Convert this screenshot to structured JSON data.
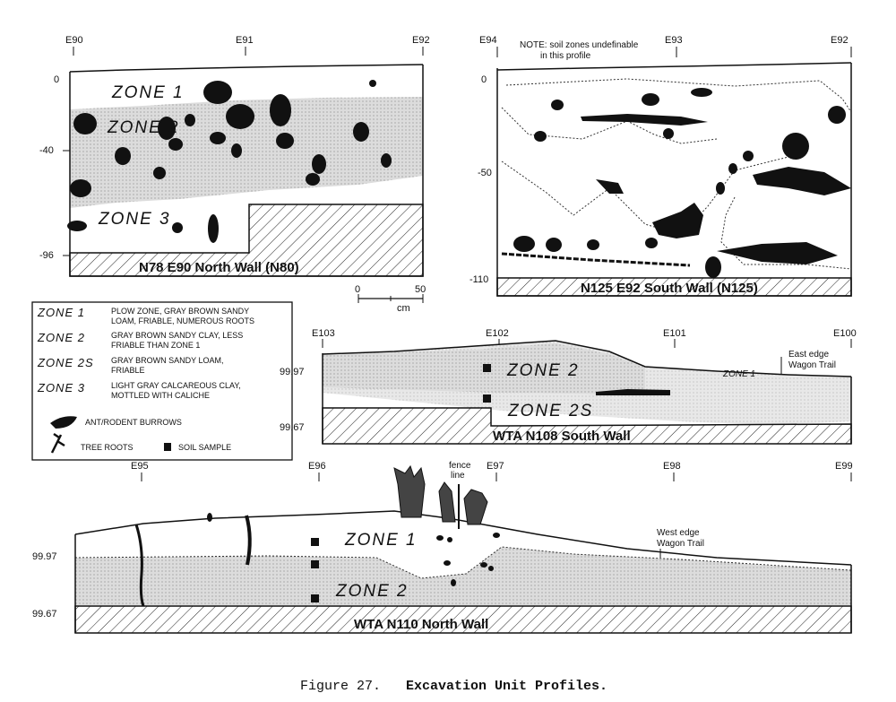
{
  "profile_n78": {
    "east_ticks": [
      "E90",
      "E91",
      "E92"
    ],
    "depth_ticks": [
      "0",
      "-40",
      "-96"
    ],
    "zones": [
      "ZONE 1",
      "ZONE 2",
      "ZONE 3"
    ],
    "title": "N78 E90 North Wall (N80)"
  },
  "profile_n125": {
    "east_ticks": [
      "E94",
      "E93",
      "E92"
    ],
    "depth_ticks": [
      "0",
      "-50",
      "-110"
    ],
    "note": [
      "NOTE: soil zones undefinable",
      "in this profile"
    ],
    "title": "N125 E92 South Wall (N125)"
  },
  "scale_bar": {
    "start": "0",
    "end": "50",
    "unit": "cm"
  },
  "legend": {
    "zones": [
      {
        "name": "ZONE 1",
        "desc": [
          "PLOW ZONE, GRAY BROWN SANDY",
          "LOAM, FRIABLE, NUMEROUS ROOTS"
        ]
      },
      {
        "name": "ZONE 2",
        "desc": [
          "GRAY BROWN SANDY CLAY, LESS",
          "FRIABLE THAN ZONE 1"
        ]
      },
      {
        "name": "ZONE 2S",
        "desc": [
          "GRAY BROWN SANDY LOAM,",
          "FRIABLE"
        ]
      },
      {
        "name": "ZONE 3",
        "desc": [
          "LIGHT GRAY CALCAREOUS CLAY,",
          "MOTTLED WITH CALICHE"
        ]
      }
    ],
    "burrows": "ANT/RODENT BURROWS",
    "roots": "TREE ROOTS",
    "sample": "SOIL SAMPLE"
  },
  "profile_n108": {
    "east_ticks": [
      "E103",
      "E102",
      "E101",
      "E100"
    ],
    "elev_ticks": [
      "99.97",
      "99.67"
    ],
    "zones": [
      "ZONE 2",
      "ZONE 2S",
      "ZONE 1"
    ],
    "annotation": [
      "East edge",
      "Wagon Trail"
    ],
    "title": "WTA N108 South Wall"
  },
  "profile_n110": {
    "east_ticks": [
      "E95",
      "E96",
      "E97",
      "E98",
      "E99"
    ],
    "elev_ticks": [
      "99.97",
      "99.67"
    ],
    "zones": [
      "ZONE 1",
      "ZONE 2"
    ],
    "fence": [
      "fence",
      "line"
    ],
    "annotation": [
      "West edge",
      "Wagon Trail"
    ],
    "title": "WTA N110 North Wall"
  },
  "caption": {
    "label": "Figure 27.",
    "title": "Excavation Unit Profiles."
  }
}
